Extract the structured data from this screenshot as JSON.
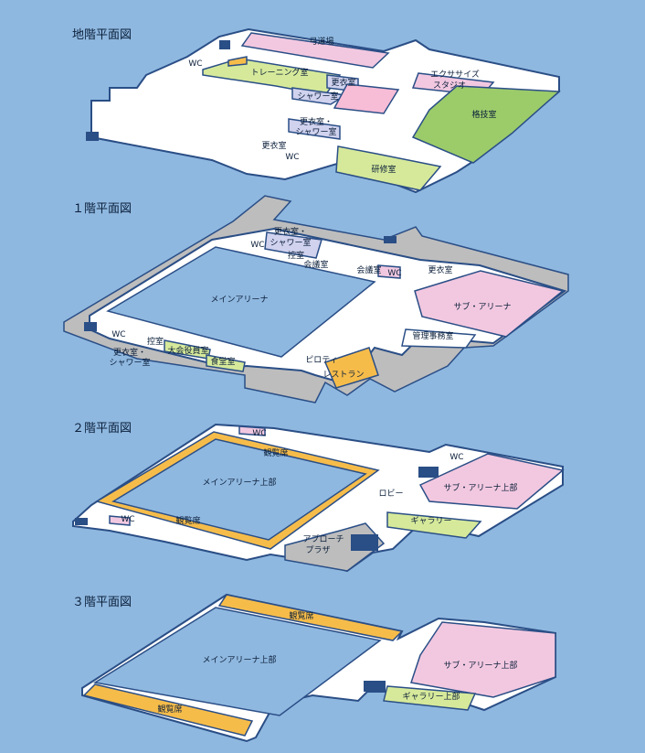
{
  "floors": {
    "basement": {
      "title": "地階平面図",
      "rooms": {
        "kyudo": "弓道場",
        "wc1": "WC",
        "training": "トレーニング室",
        "koui1": "更衣室",
        "shower1": "シャワー室",
        "exercise1": "エクササイズ",
        "exercise2": "スタジオ",
        "kakugi": "格技室",
        "kouishower1": "更衣室・",
        "kouishower2": "シャワー室",
        "koui2": "更衣室",
        "wc2": "WC",
        "kenshu": "研修室"
      }
    },
    "first": {
      "title": "１階平面図",
      "rooms": {
        "kouishower1": "更衣室・",
        "kouishower2": "シャワー室",
        "wc1": "WC",
        "hikae1": "控室",
        "kaigi1": "会議室",
        "kaigi2": "会議室",
        "wc2": "WC",
        "koui": "更衣室",
        "main": "メインアリーナ",
        "sub": "サブ・アリーナ",
        "kanri": "管理事務室",
        "wc3": "WC",
        "hikae2": "控室",
        "taikai": "大会役員室",
        "ks2a": "更衣室・",
        "ks2b": "シャワー室",
        "shokudo": "食堂室",
        "piloti": "ピロティ",
        "restaurant": "レストラン"
      }
    },
    "second": {
      "title": "２階平面図",
      "rooms": {
        "wc1": "WC",
        "kanran1": "観覧席",
        "wc2": "WC",
        "main_upper": "メインアリーナ上部",
        "lobby": "ロビー",
        "sub_upper": "サブ・アリーナ上部",
        "gallery": "ギャラリー",
        "wc3": "WC",
        "kanran2": "観覧席",
        "approach1": "アプローチ",
        "approach2": "プラザ"
      }
    },
    "third": {
      "title": "３階平面図",
      "rooms": {
        "kanran1": "観覧席",
        "main_upper": "メインアリーナ上部",
        "sub_upper": "サブ・アリーナ上部",
        "gallery_upper": "ギャラリー上部",
        "kanran2": "観覧席"
      }
    }
  },
  "colors": {
    "background": "#8fb8e0",
    "wall": "#ffffff",
    "outline": "#2a4e86",
    "pink": "#f2c8e0",
    "lightpink": "#f7bcd6",
    "green": "#9ccb6a",
    "lightgreen": "#d6e99a",
    "lavender": "#d0d2ee",
    "orange": "#f6bc4a",
    "gray": "#bdbdbd",
    "arena": "#8fb8e0"
  }
}
